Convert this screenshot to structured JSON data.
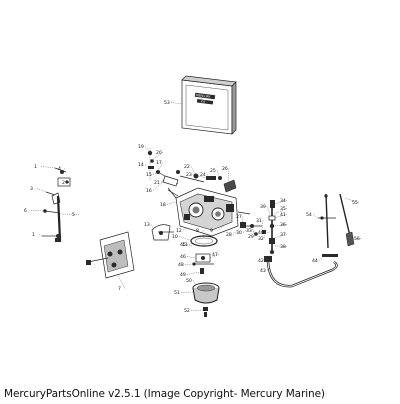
{
  "caption": "MercuryPartsOnline v2.5.1 (Image Copyright- Mercury Marine)",
  "kit_box": {
    "line1": "MERCURY",
    "line2": "KIT"
  },
  "labels": [
    {
      "id": "53",
      "text": "53"
    },
    {
      "id": "1a",
      "text": "1"
    },
    {
      "id": "2",
      "text": "2"
    },
    {
      "id": "3",
      "text": "3"
    },
    {
      "id": "4",
      "text": "4"
    },
    {
      "id": "5",
      "text": "5"
    },
    {
      "id": "1b",
      "text": "1"
    },
    {
      "id": "6",
      "text": "6"
    },
    {
      "id": "19",
      "text": "19"
    },
    {
      "id": "20",
      "text": "20"
    },
    {
      "id": "14",
      "text": "14"
    },
    {
      "id": "15",
      "text": "15"
    },
    {
      "id": "16",
      "text": "16"
    },
    {
      "id": "17",
      "text": "17"
    },
    {
      "id": "21",
      "text": "21"
    },
    {
      "id": "22",
      "text": "22"
    },
    {
      "id": "23",
      "text": "23"
    },
    {
      "id": "24",
      "text": "24"
    },
    {
      "id": "25",
      "text": "25"
    },
    {
      "id": "26",
      "text": "26"
    },
    {
      "id": "18",
      "text": "18"
    },
    {
      "id": "13",
      "text": "13"
    },
    {
      "id": "12",
      "text": "12"
    },
    {
      "id": "11",
      "text": "11"
    },
    {
      "id": "10",
      "text": "10"
    },
    {
      "id": "9",
      "text": "9"
    },
    {
      "id": "8",
      "text": "8"
    },
    {
      "id": "7",
      "text": "7"
    },
    {
      "id": "27",
      "text": "27"
    },
    {
      "id": "28",
      "text": "28"
    },
    {
      "id": "29",
      "text": "29"
    },
    {
      "id": "30",
      "text": "30"
    },
    {
      "id": "31",
      "text": "31"
    },
    {
      "id": "32",
      "text": "32"
    },
    {
      "id": "33",
      "text": "33"
    },
    {
      "id": "34",
      "text": "34"
    },
    {
      "id": "35",
      "text": "35"
    },
    {
      "id": "36",
      "text": "36"
    },
    {
      "id": "37",
      "text": "37"
    },
    {
      "id": "38",
      "text": "38"
    },
    {
      "id": "39",
      "text": "39"
    },
    {
      "id": "40",
      "text": "40"
    },
    {
      "id": "41",
      "text": "41"
    },
    {
      "id": "42",
      "text": "42"
    },
    {
      "id": "43",
      "text": "43"
    },
    {
      "id": "44",
      "text": "44"
    },
    {
      "id": "45",
      "text": "45"
    },
    {
      "id": "46",
      "text": "46"
    },
    {
      "id": "47",
      "text": "47"
    },
    {
      "id": "48",
      "text": "48"
    },
    {
      "id": "49",
      "text": "49"
    },
    {
      "id": "50",
      "text": "50"
    },
    {
      "id": "51",
      "text": "51"
    },
    {
      "id": "52",
      "text": "52"
    },
    {
      "id": "54",
      "text": "54"
    },
    {
      "id": "55",
      "text": "55"
    },
    {
      "id": "56",
      "text": "56"
    }
  ]
}
